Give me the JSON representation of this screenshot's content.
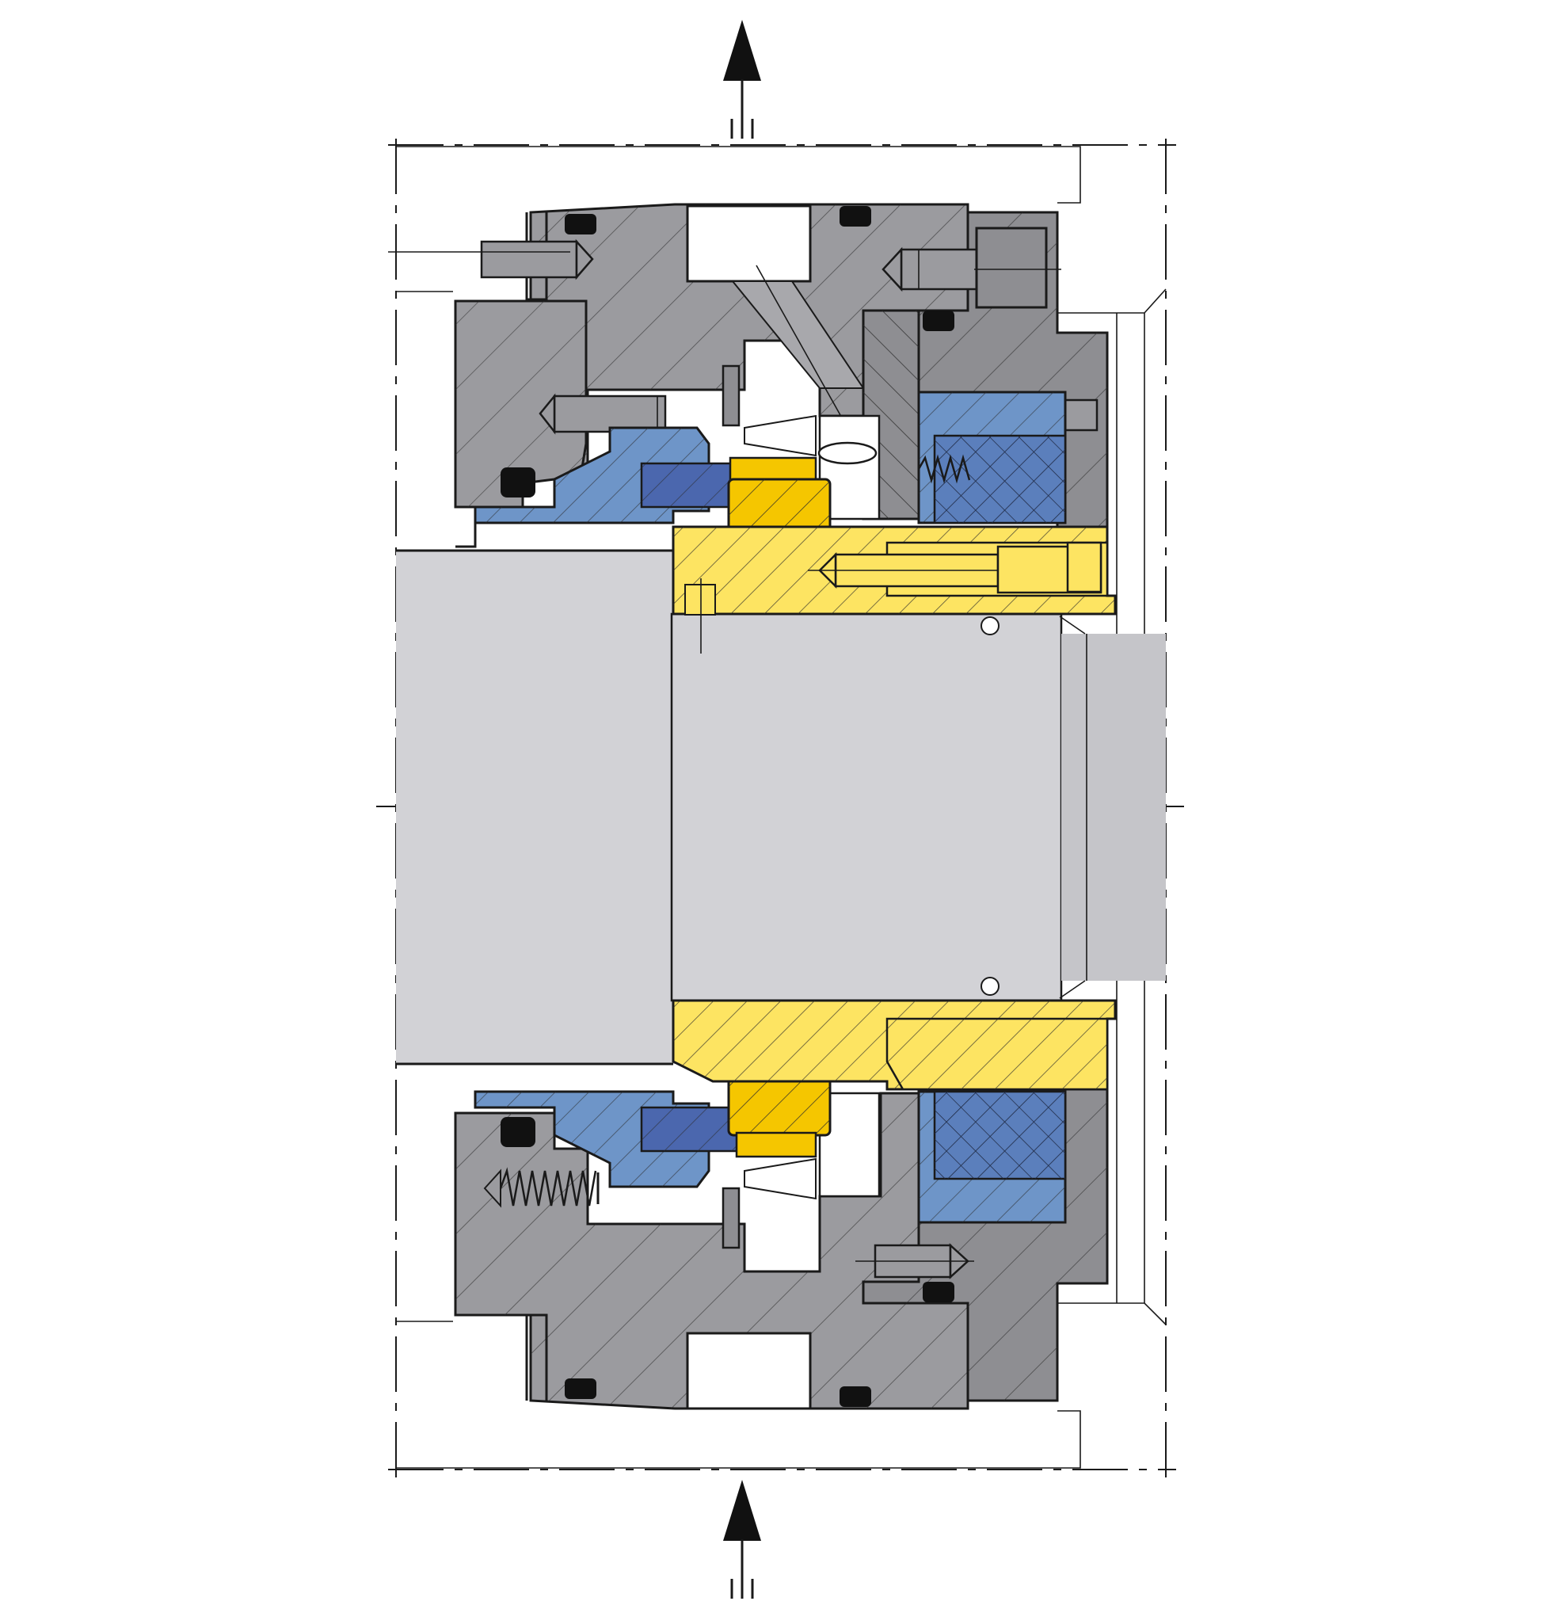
{
  "figure": {
    "type": "mechanical-seal-cross-section",
    "colors": {
      "housing": "#9b9b9f",
      "housing_dark": "#86868a",
      "shaft": "#d2d2d6",
      "shaft_step": "#c5c5c9",
      "rotating_face": "#f5c600",
      "sleeve": "#fde462",
      "stationary_face": "#6e95c8",
      "stationary_dark": "#4b67ae",
      "oring": "#111111",
      "cavity": "#ffffff",
      "line": "#1a1a1a"
    },
    "flow_arrows": [
      {
        "id": "outlet",
        "direction": "up"
      },
      {
        "id": "inlet",
        "direction": "up"
      }
    ]
  }
}
